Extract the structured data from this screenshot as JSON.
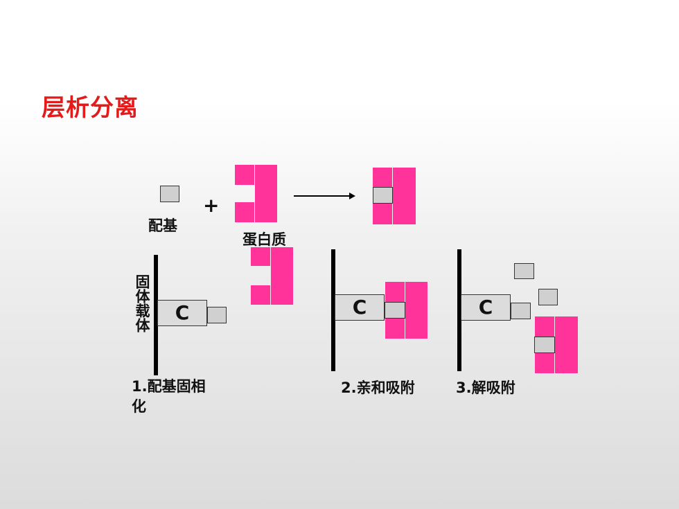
{
  "slide": {
    "title": "层析分离"
  },
  "diagram": {
    "ligand_label": "配基",
    "plus": "+",
    "protein_label": "蛋白质",
    "support_label": "固体载体",
    "carrier_letter": "C",
    "step1_line1": "1.配基固相",
    "step1_line2": "化",
    "step2": "2.亲和吸附",
    "step3": "3.解吸附",
    "colors": {
      "protein": "#ff3399",
      "ligand": "#d0d0d0",
      "title": "#e31b1b"
    }
  }
}
